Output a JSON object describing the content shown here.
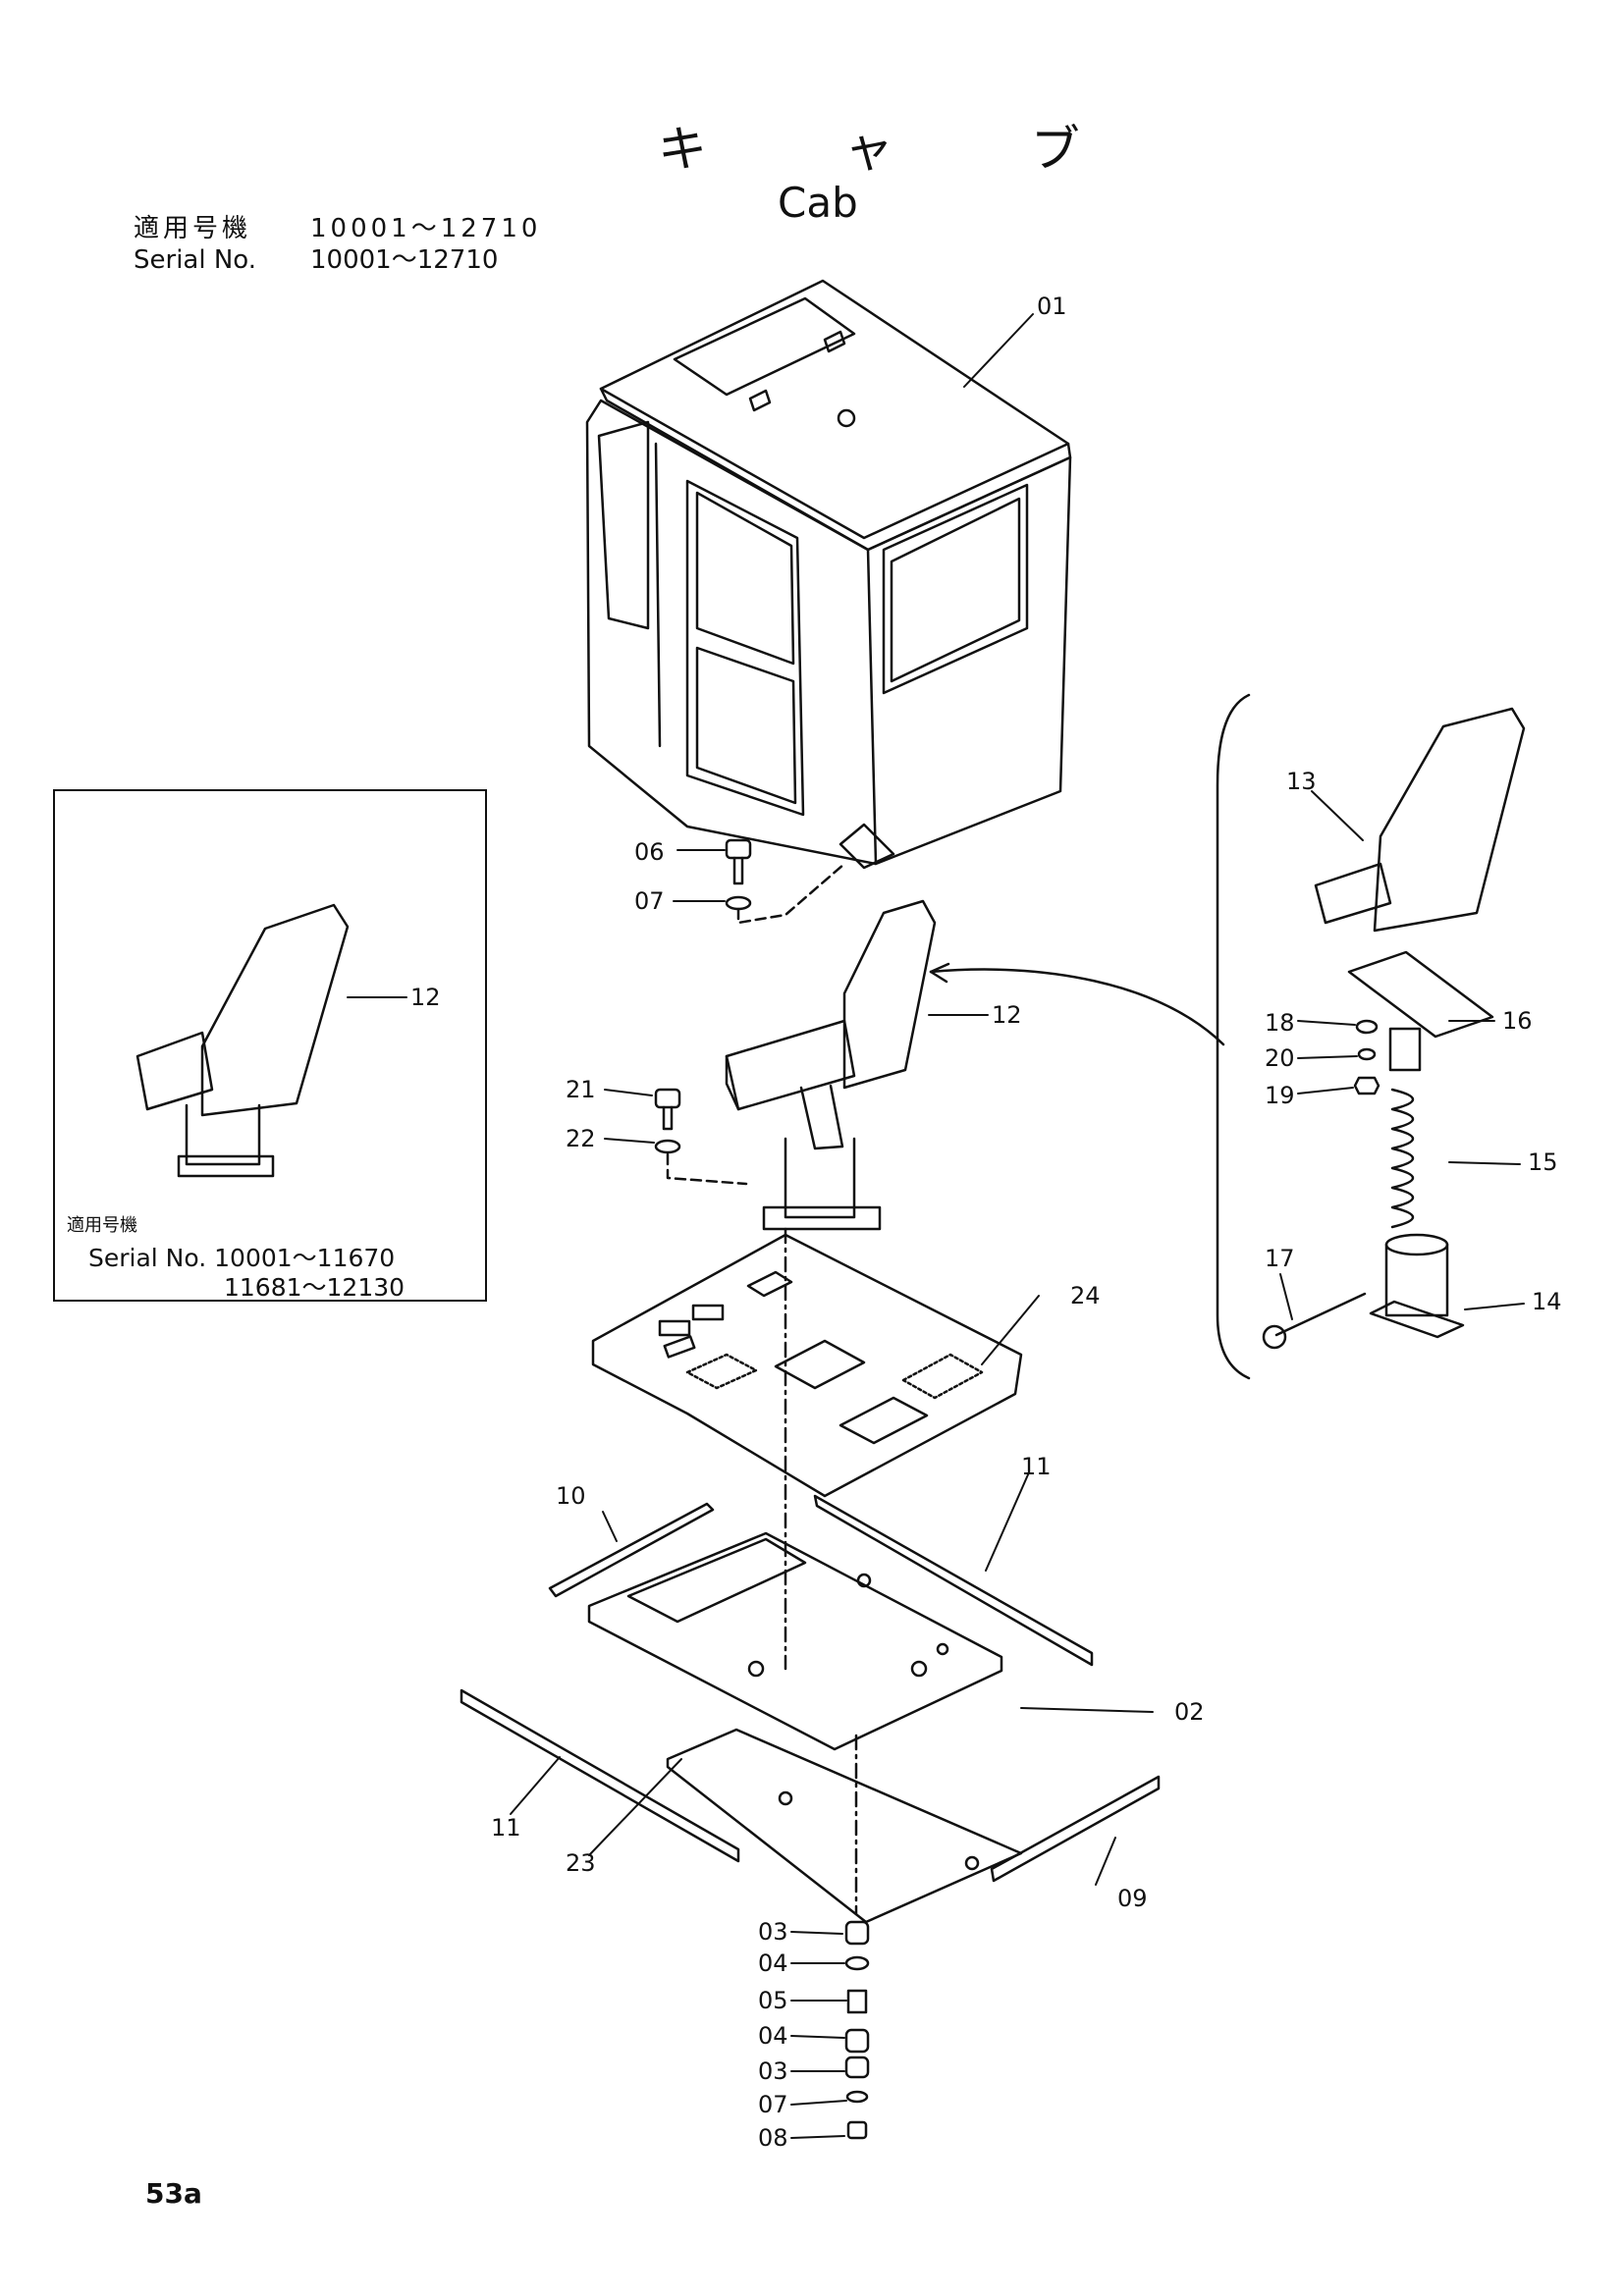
{
  "header": {
    "title_jp": "キ ャ ブ",
    "title_en": "Cab",
    "serial_label_jp": "適用号機",
    "serial_range_jp": "10001〜12710",
    "serial_label_en": "Serial No.",
    "serial_range_en": "10001〜12710"
  },
  "inset": {
    "note_label": "適用号機",
    "serial_line_1": "Serial No. 10001〜11670",
    "serial_line_2": "11681〜12130",
    "part_label": "12"
  },
  "callouts": {
    "p01": "01",
    "p02": "02",
    "p03a": "03",
    "p04a": "04",
    "p05": "05",
    "p04b": "04",
    "p03b": "03",
    "p07a": "07",
    "p08": "08",
    "p06": "06",
    "p07b": "07",
    "p09": "09",
    "p10": "10",
    "p11a": "11",
    "p11b": "11",
    "p12": "12",
    "p13": "13",
    "p14": "14",
    "p15": "15",
    "p16": "16",
    "p17": "17",
    "p18": "18",
    "p19": "19",
    "p20": "20",
    "p21": "21",
    "p22": "22",
    "p23": "23",
    "p24": "24"
  },
  "footer": {
    "page_number": "53a"
  }
}
